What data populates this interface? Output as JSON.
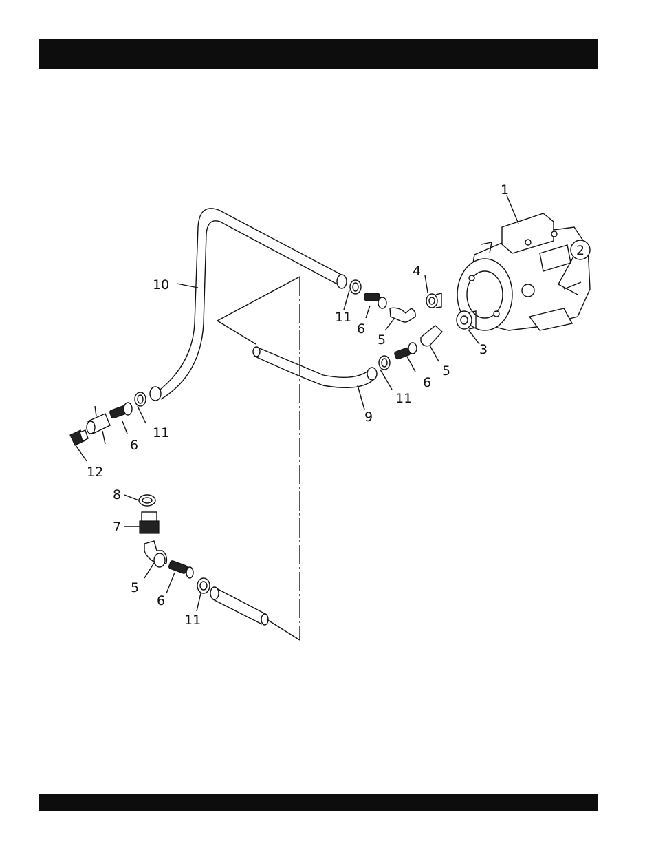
{
  "callouts": {
    "c1": "1",
    "c2": "2",
    "c3": "3",
    "c4": "4",
    "c5_upper": "5",
    "c5_mid": "5",
    "c5_lower": "5",
    "c6_upper": "6",
    "c6_mid": "6",
    "c6_left": "6",
    "c6_lower": "6",
    "c7": "7",
    "c8": "8",
    "c9": "9",
    "c10": "10",
    "c11_upper": "11",
    "c11_mid": "11",
    "c11_left": "11",
    "c11_lower": "11",
    "c12": "12"
  }
}
